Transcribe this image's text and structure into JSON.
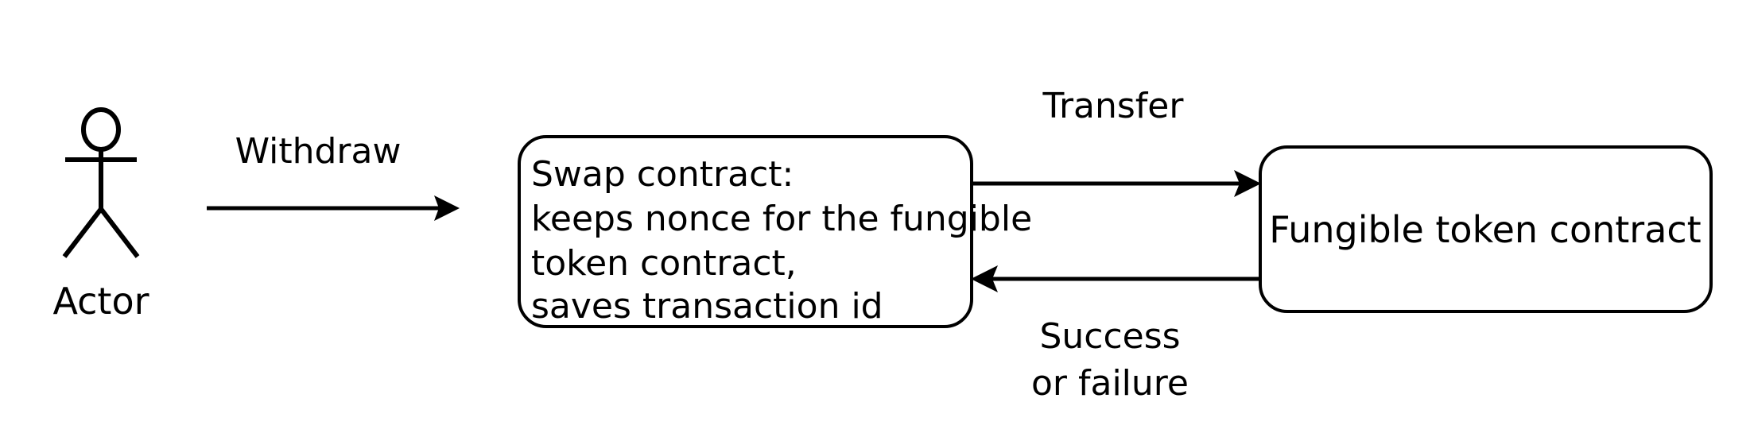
{
  "diagram": {
    "title": "Swap contract withdraw flow",
    "background_color": "#ffffff",
    "stroke_color": "#000000",
    "fill_color": "#ffffff",
    "actor": {
      "label": "Actor",
      "icon": "stick-figure-icon"
    },
    "nodes": [
      {
        "id": "swap-contract",
        "shape": "rounded-rectangle",
        "lines": [
          "Swap contract:",
          "keeps nonce for the fungible",
          "token contract,",
          "saves transaction id"
        ]
      },
      {
        "id": "fungible-token-contract",
        "shape": "rounded-rectangle",
        "lines": [
          "Fungible token contract"
        ]
      }
    ],
    "edges": [
      {
        "id": "withdraw",
        "from": "actor",
        "to": "swap-contract",
        "label_lines": [
          "Withdraw"
        ],
        "direction": "right"
      },
      {
        "id": "transfer",
        "from": "swap-contract",
        "to": "fungible-token-contract",
        "label_lines": [
          "Transfer"
        ],
        "direction": "right"
      },
      {
        "id": "success-or-failure",
        "from": "fungible-token-contract",
        "to": "swap-contract",
        "label_lines": [
          "Success",
          "or failure"
        ],
        "direction": "left"
      }
    ]
  }
}
